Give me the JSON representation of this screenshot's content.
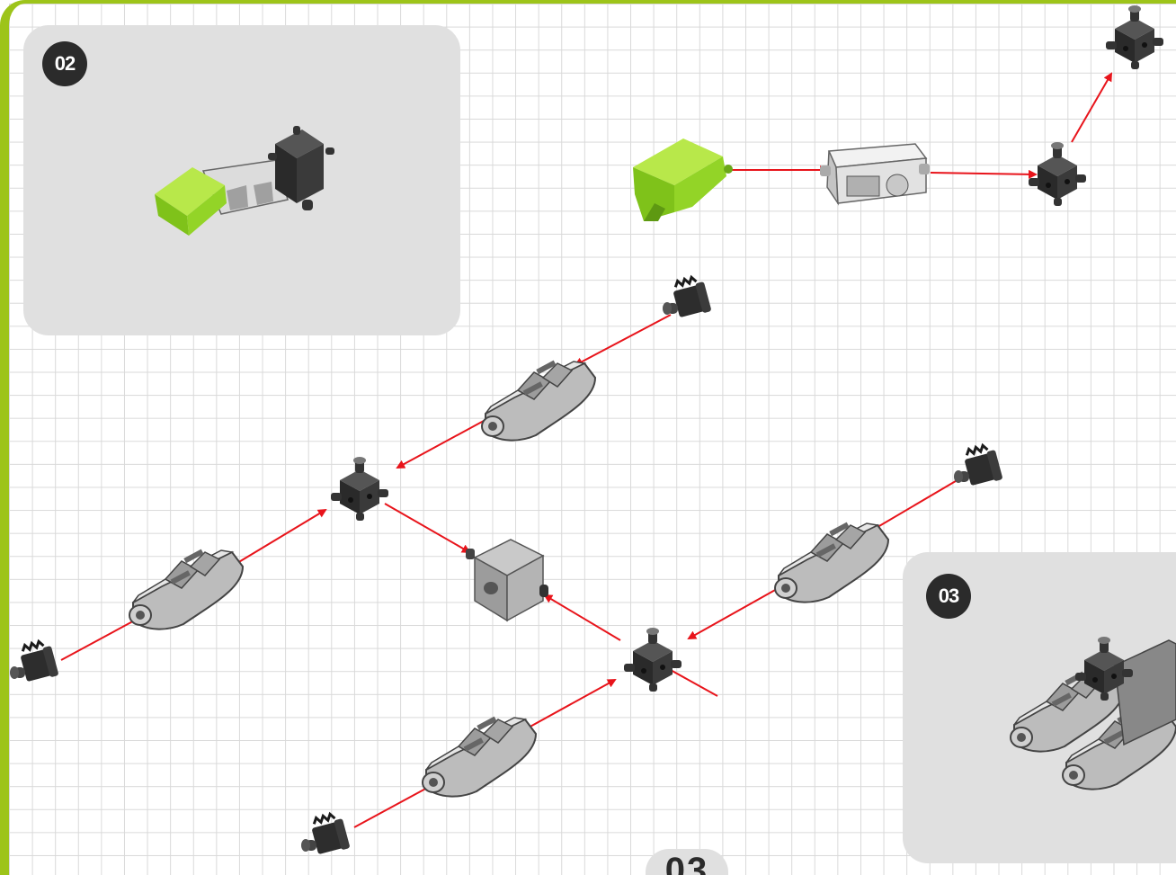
{
  "steps": [
    {
      "number": "02"
    },
    {
      "number": "03"
    }
  ],
  "page_number": "03",
  "colors": {
    "accent_green": "#9dc41a",
    "part_green": "#8ad61e",
    "arrow_red": "#e8141b",
    "panel_grey": "#e0e0e0",
    "part_dark": "#2f2f2f",
    "part_light": "#d8d8d8"
  },
  "parts": [
    {
      "id": "green-block",
      "type": "connector-green"
    },
    {
      "id": "white-beam",
      "type": "beam-light"
    },
    {
      "id": "dark-cube-top",
      "type": "hub-dark"
    },
    {
      "id": "dark-cube-top-right",
      "type": "hub-dark"
    },
    {
      "id": "dark-hub-left",
      "type": "hub-dark"
    },
    {
      "id": "dark-hub-right",
      "type": "hub-dark"
    },
    {
      "id": "grey-cube",
      "type": "block-grey"
    },
    {
      "id": "track-pod-1",
      "type": "track-pod"
    },
    {
      "id": "track-pod-2",
      "type": "track-pod"
    },
    {
      "id": "track-pod-3",
      "type": "track-pod"
    },
    {
      "id": "track-pod-4",
      "type": "track-pod"
    },
    {
      "id": "gear-wheel-1",
      "type": "gear"
    },
    {
      "id": "gear-wheel-2",
      "type": "gear"
    },
    {
      "id": "gear-wheel-3",
      "type": "gear"
    },
    {
      "id": "gear-wheel-4",
      "type": "gear"
    }
  ]
}
